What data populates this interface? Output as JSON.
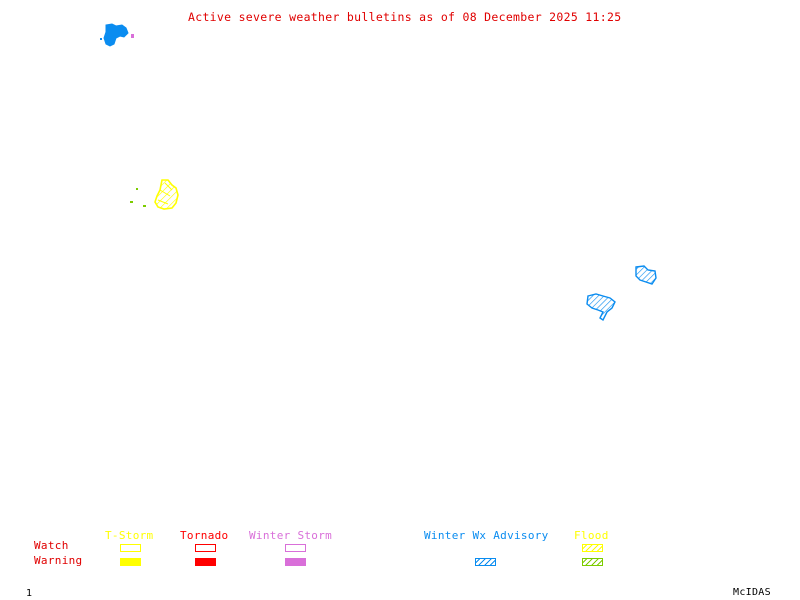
{
  "title": "Active severe weather bulletins as of 08 December 2025 11:25",
  "colors": {
    "title": "#e00000",
    "tstorm": "#ffff00",
    "tornado": "#ff0000",
    "winter_storm": "#d96fd9",
    "winter_wx_advisory": "#0a8cf0",
    "flood_watch": "#ffff00",
    "flood_warning": "#7ccc00",
    "row_labels": "#e00000",
    "footer": "#000000"
  },
  "legend": {
    "row_labels": {
      "watch": "Watch",
      "warning": "Warning"
    },
    "columns": [
      {
        "key": "tstorm",
        "label": "T-Storm"
      },
      {
        "key": "tornado",
        "label": "Tornado"
      },
      {
        "key": "winter_storm",
        "label": "Winter Storm"
      },
      {
        "key": "winter_wx_advisory",
        "label": "Winter Wx Advisory"
      },
      {
        "key": "flood",
        "label": "Flood"
      }
    ]
  },
  "map_regions": [
    {
      "type": "winter_wx_advisory",
      "name": "advisory-area-northwest"
    },
    {
      "type": "winter_storm",
      "name": "winter-storm-area-northwest"
    },
    {
      "type": "tstorm_watch",
      "name": "tstorm-watch-area-west"
    },
    {
      "type": "flood_warning",
      "name": "flood-warning-spots-west"
    },
    {
      "type": "winter_wx_advisory",
      "name": "advisory-area-east-1"
    },
    {
      "type": "winter_wx_advisory",
      "name": "advisory-area-east-2"
    }
  ],
  "footer": {
    "frame_number": "1",
    "brand": "McIDAS"
  }
}
